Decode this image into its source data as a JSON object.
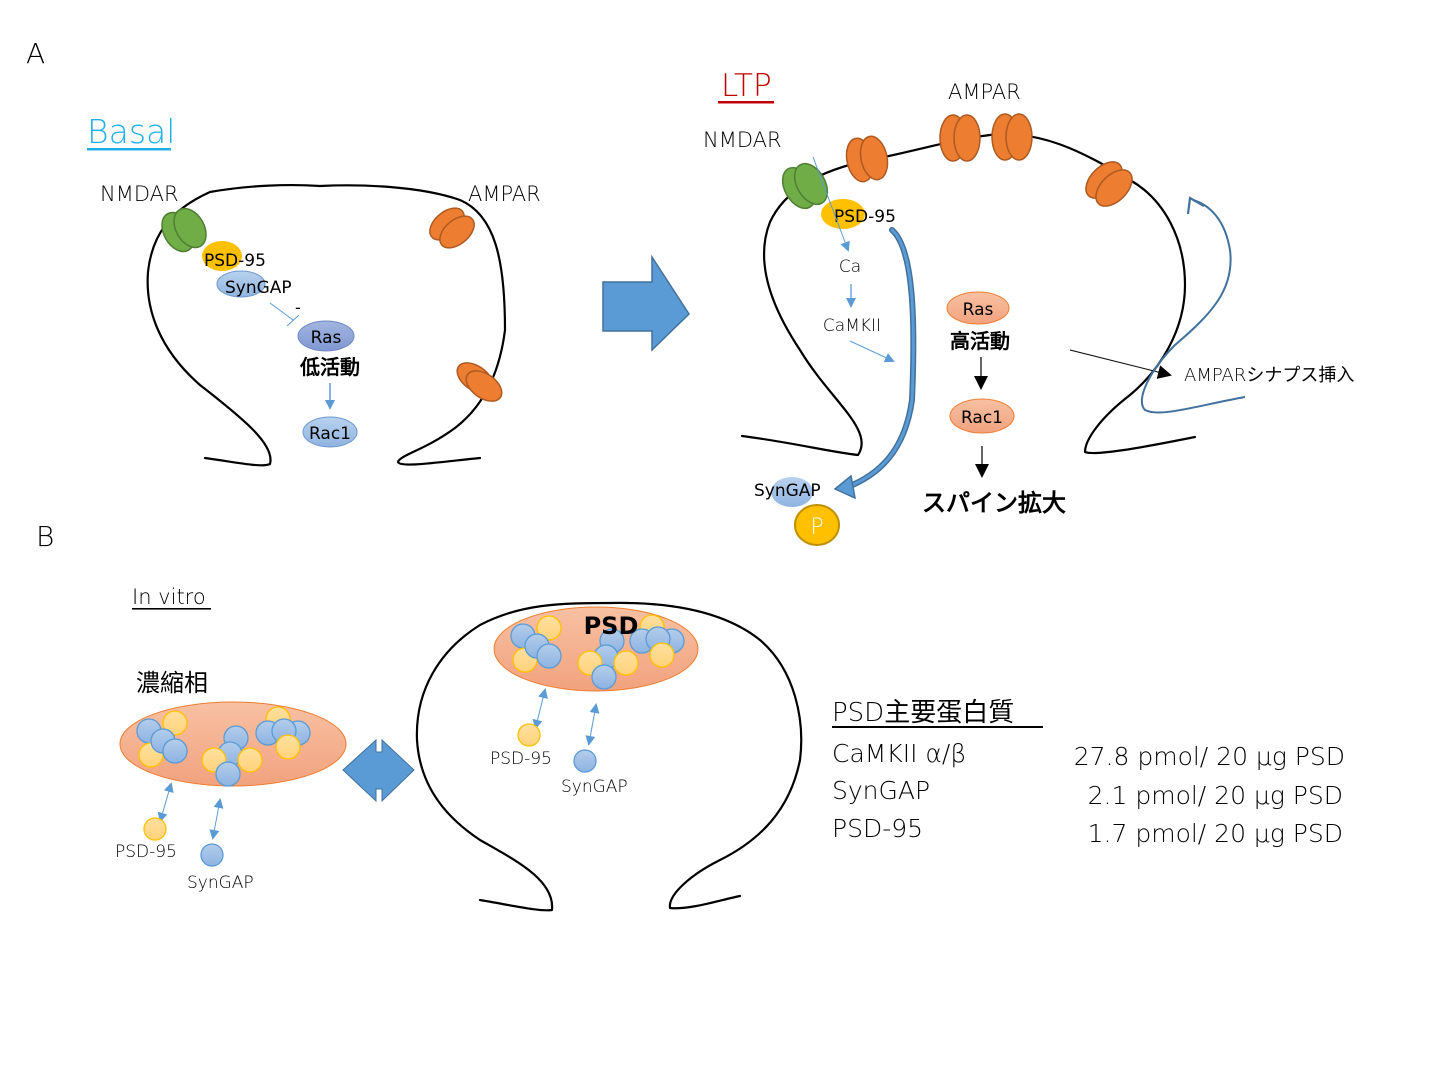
{
  "panel_a": {
    "label": "A",
    "basal": {
      "title": "Basal",
      "title_color": "#1FB0E6",
      "nmdar_label": "NMDAR",
      "ampar_label": "AMPAR",
      "psd95_label_a": "PSD",
      "psd95_label_b": "-95",
      "syngap_label": "SynGAP",
      "inhibit_sign": "-",
      "ras_label": "Ras",
      "ras_activity": "低活動",
      "rac1_label": "Rac1"
    },
    "transition_arrow": "right-block-arrow",
    "ltp": {
      "title": "LTP",
      "title_color": "#C00000",
      "nmdar_label": "NMDAR",
      "ampar_label": "AMPAR",
      "psd95_label_a": "PSD",
      "psd95_label_b": "-95",
      "ca_label": "Ca",
      "camkii_label": "CaMKII",
      "ras_label": "Ras",
      "ras_activity": "高活動",
      "rac1_label": "Rac1",
      "outcome": "スパイン拡大",
      "ampar_insertion": "AMPARシナプス挿入",
      "syngap_label": "SynGAP",
      "phospho_label": "P"
    }
  },
  "panel_b": {
    "label": "B",
    "in_vitro_title": "In vitro",
    "condensate_label": "濃縮相",
    "psd95_label": "PSD-95",
    "syngap_label": "SynGAP",
    "exchange_arrow": "left-right-block-arrow",
    "psd_label": "PSD",
    "spine_psd95_label": "PSD-95",
    "spine_syngap_label": "SynGAP",
    "table": {
      "title": "PSD主要蛋白質",
      "rows": [
        {
          "protein": "CaMKII α/β",
          "amount": "27.8 pmol/ 20 μg PSD"
        },
        {
          "protein": "SynGAP",
          "amount": "2.1 pmol/ 20 μg PSD"
        },
        {
          "protein": "PSD-95",
          "amount": "1.7 pmol/ 20 μg PSD"
        }
      ]
    }
  },
  "colors": {
    "nmdar": "#70AD47",
    "ampar": "#ED7D31",
    "psd95": "#FFC000",
    "syngap": "#9DC3E6",
    "ras_basal": "#8FAADC",
    "ras_ltp": "#F4B183",
    "arrow_blue": "#5B9BD5",
    "dark_blue": "#41719C",
    "condensate": "#F4B183"
  }
}
